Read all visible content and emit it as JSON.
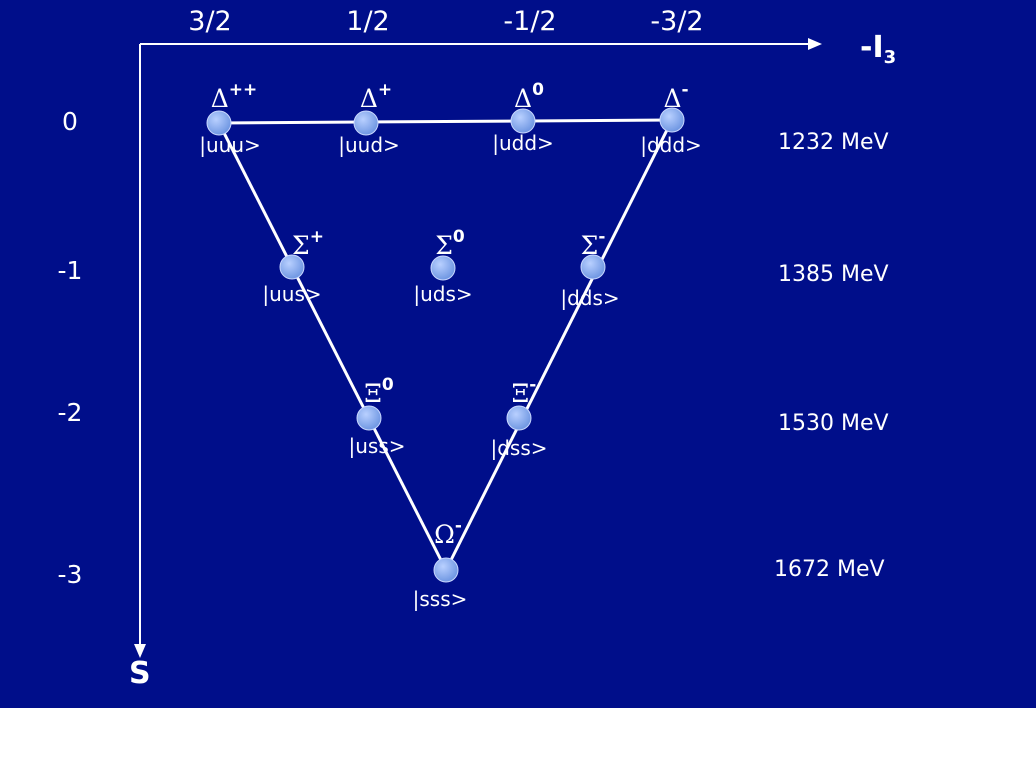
{
  "colors": {
    "background": "#000e8a",
    "foreground": "#ffffff",
    "node_fill": "#7fa6ec",
    "node_stroke": "#c9d8ff",
    "below_slide": "#ffffff"
  },
  "axes": {
    "x_title": "-I",
    "x_title_sub": "3",
    "y_title": "S",
    "x_ticks": [
      "3/2",
      "1/2",
      "-1/2",
      "-3/2"
    ],
    "y_ticks": [
      "0",
      "-1",
      "-2",
      "-3"
    ]
  },
  "masses": [
    "1232 MeV",
    "1385 MeV",
    "1530 MeV",
    "1672 MeV"
  ],
  "particles": [
    {
      "symbol": "Δ",
      "charge": "++",
      "ket": "|uuu>"
    },
    {
      "symbol": "Δ",
      "charge": "+",
      "ket": "|uud>"
    },
    {
      "symbol": "Δ",
      "charge": "0",
      "ket": "|udd>"
    },
    {
      "symbol": "Δ",
      "charge": "-",
      "ket": "|ddd>"
    },
    {
      "symbol": "Σ",
      "charge": "+",
      "ket": "|uus>"
    },
    {
      "symbol": "Σ",
      "charge": "0",
      "ket": "|uds>"
    },
    {
      "symbol": "Σ",
      "charge": "-",
      "ket": "|dds>"
    },
    {
      "symbol": "Ξ",
      "charge": "0",
      "ket": "|uss>"
    },
    {
      "symbol": "Ξ",
      "charge": "-",
      "ket": "|dss>"
    },
    {
      "symbol": "Ω",
      "charge": "-",
      "ket": "|sss>"
    }
  ]
}
